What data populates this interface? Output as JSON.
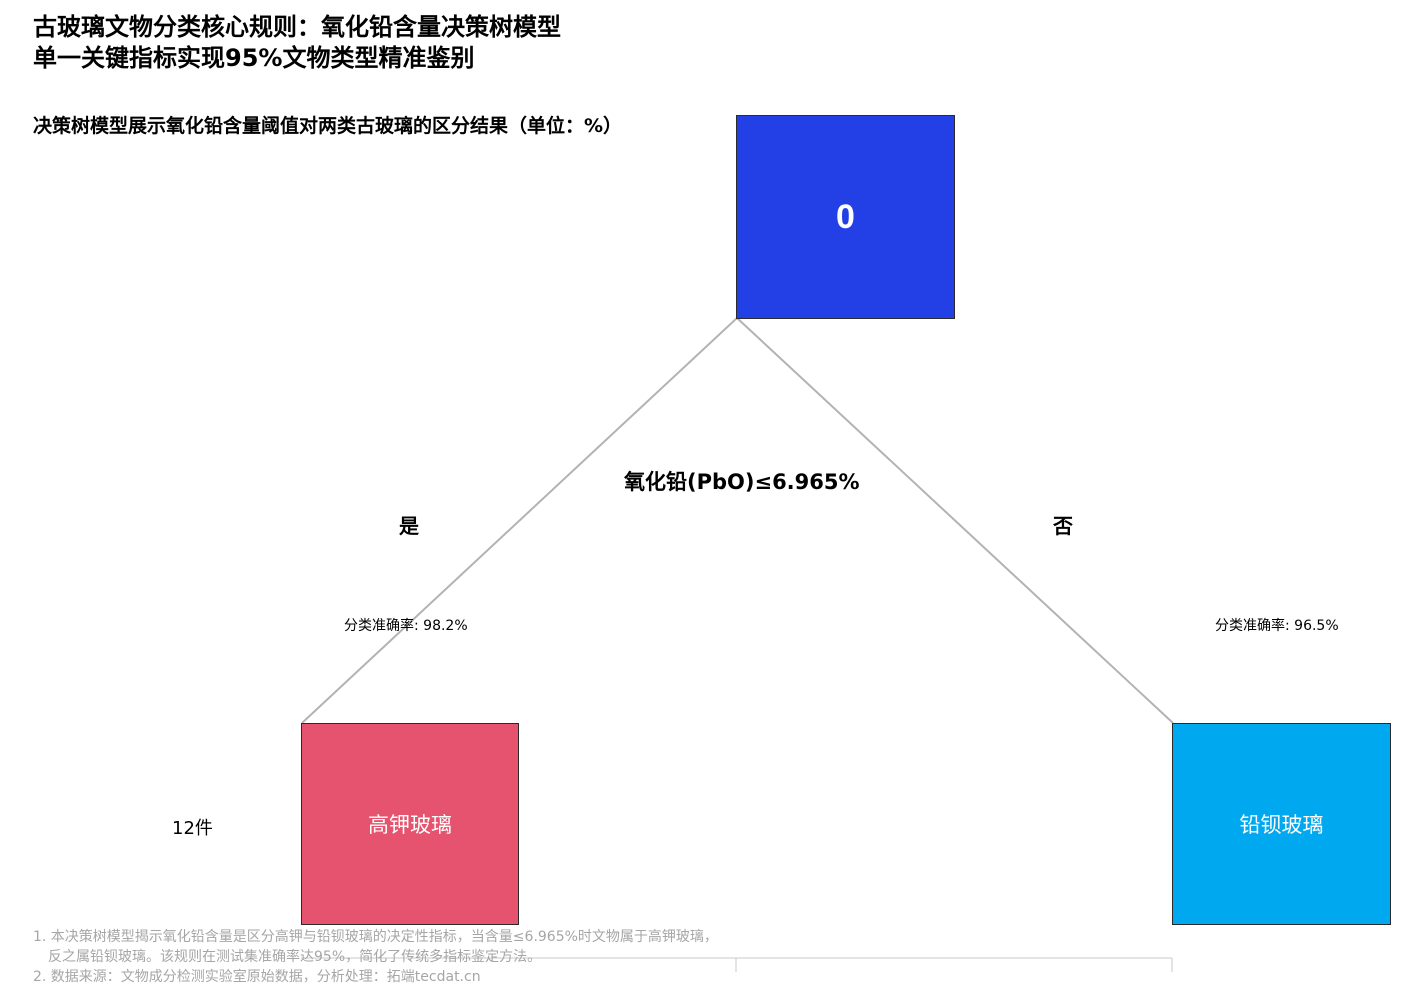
{
  "title": {
    "line1": "古玻璃文物分类核心规则：氧化铅含量决策树模型",
    "line2": "单一关键指标实现95%文物类型精准鉴别"
  },
  "subtitle": "决策树模型展示氧化铅含量阈值对两类古玻璃的区分结果（单位：%）",
  "tree": {
    "root": {
      "label": "0",
      "color": "#2340e6"
    },
    "condition": "氧化铅(PbO)≤6.965%",
    "yes_label": "是",
    "no_label": "否",
    "left": {
      "label": "高钾玻璃",
      "color": "#e5536e",
      "accuracy": "分类准确率: 98.2%",
      "count": "12件"
    },
    "right": {
      "label": "铅钡玻璃",
      "color": "#00a8f0",
      "accuracy": "分类准确率: 96.5%"
    },
    "edge_color": "#b3b3b3"
  },
  "notes": {
    "line1": "1. 本决策树模型揭示氧化铅含量是区分高钾与铅钡玻璃的决定性指标，当含量≤6.965%时文物属于高钾玻璃，",
    "line2": "反之属铅钡玻璃。该规则在测试集准确率达95%，简化了传统多指标鉴定方法。",
    "line3": "2. 数据来源：文物成分检测实验室原始数据，分析处理：拓端tecdat.cn"
  }
}
